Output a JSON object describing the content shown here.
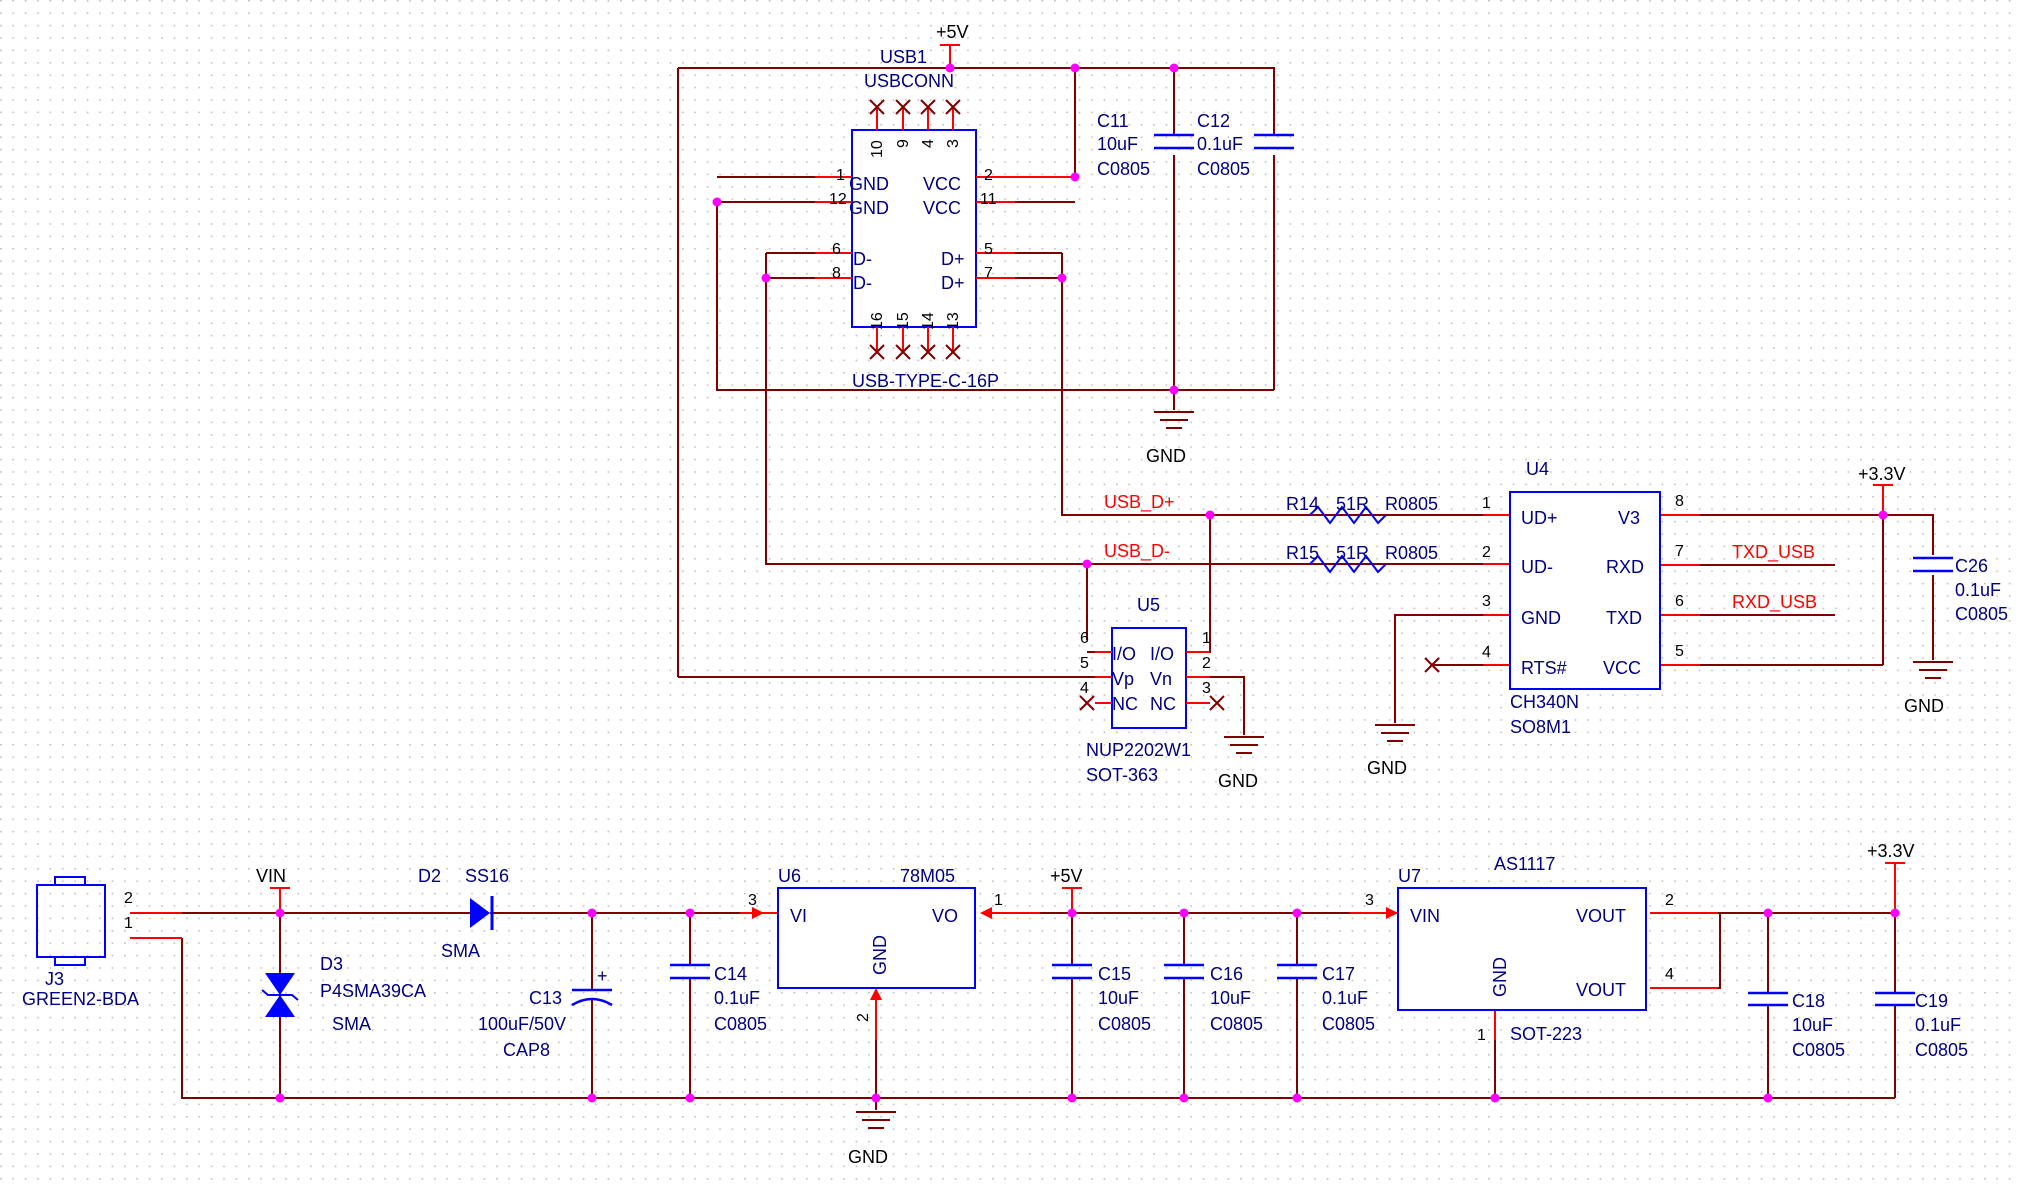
{
  "colors": {
    "background": "#ffffff",
    "grid_dot": "#bfbfbf",
    "wire": "#800000",
    "pin": "#ff0000",
    "junction": "#ff00ff",
    "component": "#0000ff",
    "label": "#000080",
    "net_label": "#ff0000",
    "symbol_black": "#000000"
  },
  "usb1": {
    "ref": "USB1",
    "value": "USBCONN",
    "footprint": "USB-TYPE-C-16P",
    "pins_left": [
      {
        "num": "1",
        "name": "GND"
      },
      {
        "num": "12",
        "name": "GND"
      },
      {
        "num": "6",
        "name": "D-"
      },
      {
        "num": "8",
        "name": "D-"
      }
    ],
    "pins_right": [
      {
        "num": "2",
        "name": "VCC"
      },
      {
        "num": "11",
        "name": "VCC"
      },
      {
        "num": "5",
        "name": "D+"
      },
      {
        "num": "7",
        "name": "D+"
      }
    ],
    "pins_top": [
      "10",
      "9",
      "4",
      "3"
    ],
    "pins_bottom": [
      "16",
      "15",
      "14",
      "13"
    ]
  },
  "c11": {
    "ref": "C11",
    "value": "10uF",
    "footprint": "C0805"
  },
  "c12": {
    "ref": "C12",
    "value": "0.1uF",
    "footprint": "C0805"
  },
  "r14": {
    "ref": "R14",
    "value": "51R",
    "footprint": "R0805"
  },
  "r15": {
    "ref": "R15",
    "value": "51R",
    "footprint": "R0805"
  },
  "u4": {
    "ref": "U4",
    "value": "CH340N",
    "footprint": "SO8M1",
    "pins_left": [
      {
        "num": "1",
        "name": "UD+"
      },
      {
        "num": "2",
        "name": "UD-"
      },
      {
        "num": "3",
        "name": "GND"
      },
      {
        "num": "4",
        "name": "RTS#"
      }
    ],
    "pins_right": [
      {
        "num": "8",
        "name": "V3"
      },
      {
        "num": "7",
        "name": "RXD"
      },
      {
        "num": "6",
        "name": "TXD"
      },
      {
        "num": "5",
        "name": "VCC"
      }
    ]
  },
  "c26": {
    "ref": "C26",
    "value": "0.1uF",
    "footprint": "C0805"
  },
  "u5": {
    "ref": "U5",
    "value": "NUP2202W1",
    "footprint": "SOT-363",
    "pins_left": [
      {
        "num": "6",
        "name": "I/O"
      },
      {
        "num": "5",
        "name": "Vp"
      },
      {
        "num": "4",
        "name": "NC"
      }
    ],
    "pins_right": [
      {
        "num": "1",
        "name": "I/O"
      },
      {
        "num": "2",
        "name": "Vn"
      },
      {
        "num": "3",
        "name": "NC"
      }
    ]
  },
  "nets": {
    "usb_dp": "USB_D+",
    "usb_dm": "USB_D-",
    "txd_usb": "TXD_USB",
    "rxd_usb": "RXD_USB",
    "p5v": "+5V",
    "p3v3": "+3.3V",
    "gnd": "GND",
    "vin": "VIN"
  },
  "j3": {
    "ref": "J3",
    "value": "GREEN2-BDA",
    "pin2": "2",
    "pin1": "1"
  },
  "d3": {
    "ref": "D3",
    "value": "P4SMA39CA",
    "footprint": "SMA"
  },
  "d2": {
    "ref": "D2",
    "value": "SS16",
    "footprint": "SMA"
  },
  "c13": {
    "ref": "C13",
    "value": "100uF/50V",
    "footprint": "CAP8",
    "polarity": "+"
  },
  "c14": {
    "ref": "C14",
    "value": "0.1uF",
    "footprint": "C0805"
  },
  "u6": {
    "ref": "U6",
    "value": "78M05",
    "vi": "VI",
    "vo": "VO",
    "gnd": "GND",
    "pin_vi": "3",
    "pin_vo": "1",
    "pin_gnd": "2"
  },
  "c15": {
    "ref": "C15",
    "value": "10uF",
    "footprint": "C0805"
  },
  "c16": {
    "ref": "C16",
    "value": "10uF",
    "footprint": "C0805"
  },
  "c17": {
    "ref": "C17",
    "value": "0.1uF",
    "footprint": "C0805"
  },
  "u7": {
    "ref": "U7",
    "value": "AS1117",
    "footprint": "SOT-223",
    "vin": "VIN",
    "vout": "VOUT",
    "gnd": "GND",
    "pin_vin": "3",
    "pin_vout1": "2",
    "pin_vout2": "4",
    "pin_gnd": "1"
  },
  "c18": {
    "ref": "C18",
    "value": "10uF",
    "footprint": "C0805"
  },
  "c19": {
    "ref": "C19",
    "value": "0.1uF",
    "footprint": "C0805"
  }
}
